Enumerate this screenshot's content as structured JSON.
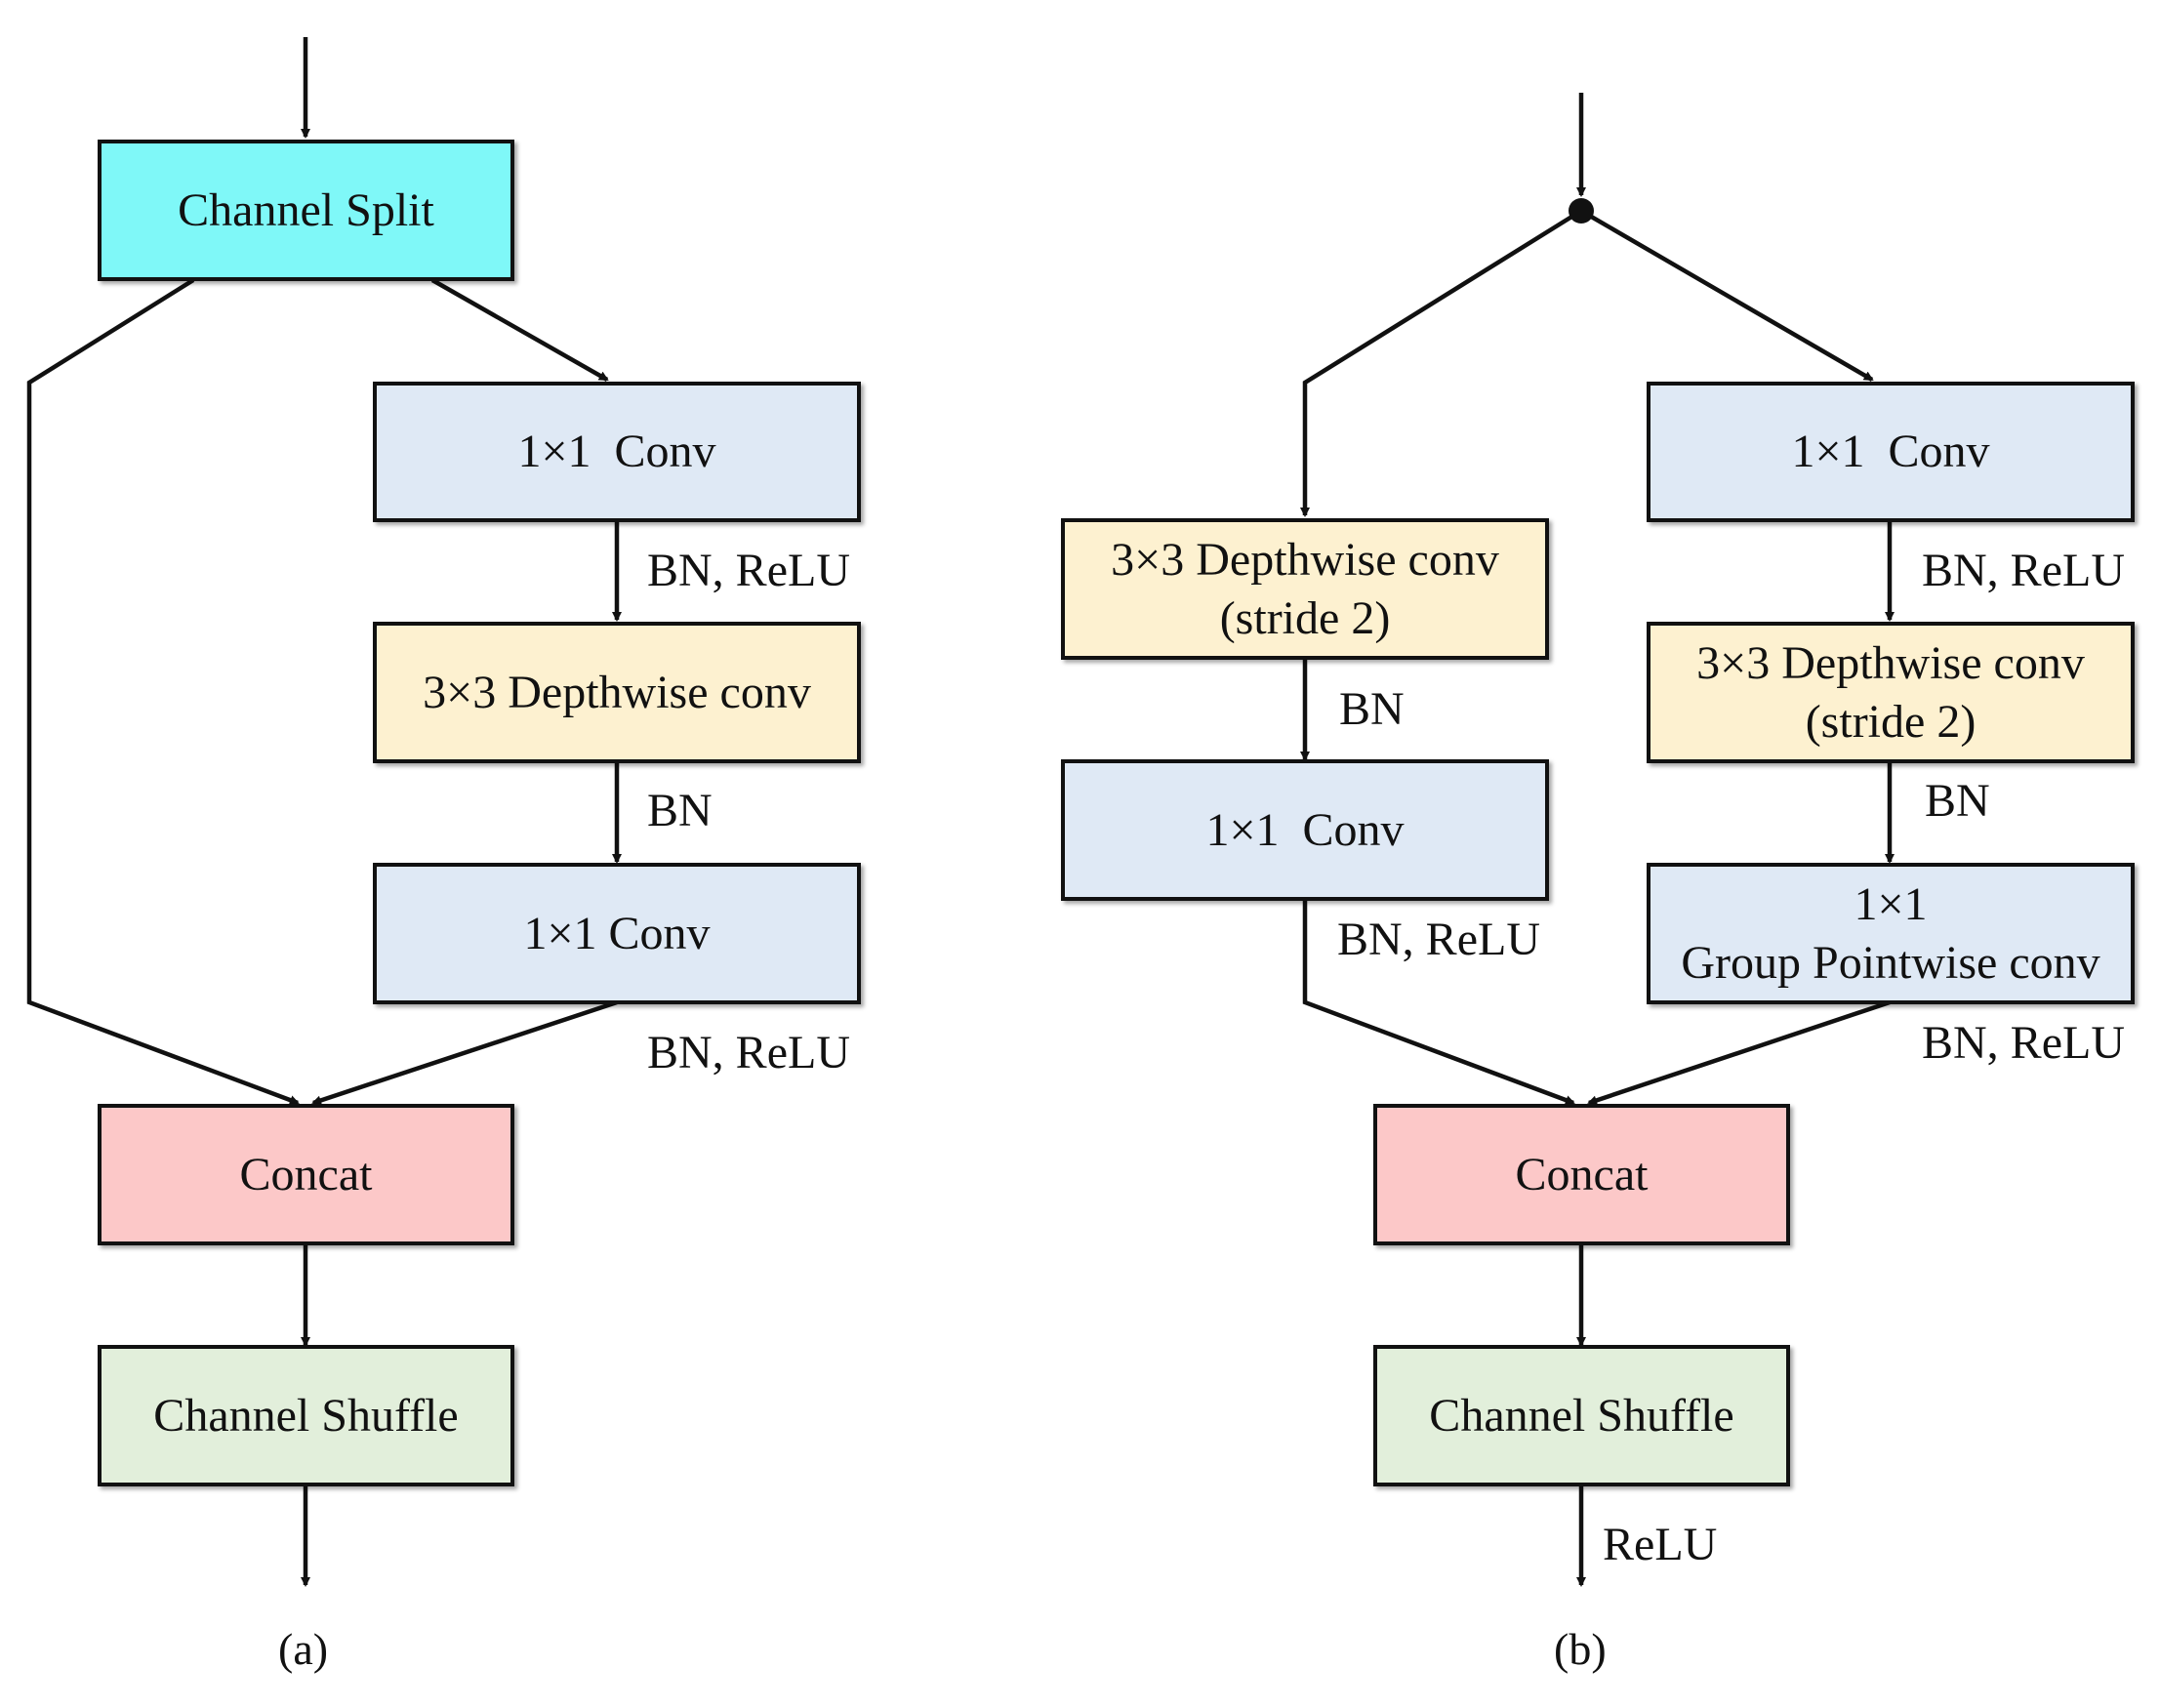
{
  "colors": {
    "split": "#7ff8f8",
    "conv": "#dfe9f5",
    "dwconv": "#fdf1d0",
    "concat": "#fcc8c8",
    "shuffle": "#e2efdb",
    "line": "#111111"
  },
  "a": {
    "split": "Channel Split",
    "conv1": "1×1  Conv",
    "bnrelu1": "BN, ReLU",
    "dw": "3×3 Depthwise conv",
    "bn": "BN",
    "conv2": "1×1 Conv",
    "bnrelu2": "BN, ReLU",
    "concat": "Concat",
    "shuffle": "Channel Shuffle",
    "caption": "(a)"
  },
  "b": {
    "left_dw_line1": "3×3 Depthwise conv",
    "left_dw_line2": "(stride 2)",
    "left_bn": "BN",
    "left_conv": "1×1  Conv",
    "left_bnrelu": "BN, ReLU",
    "right_conv": "1×1  Conv",
    "right_bnrelu1": "BN, ReLU",
    "right_dw_line1": "3×3 Depthwise conv",
    "right_dw_line2": "(stride 2)",
    "right_bn": "BN",
    "gpw_line1": "1×1",
    "gpw_line2": "Group Pointwise conv",
    "right_bnrelu2": "BN, ReLU",
    "concat": "Concat",
    "shuffle": "Channel Shuffle",
    "relu": "ReLU",
    "caption": "(b)"
  }
}
